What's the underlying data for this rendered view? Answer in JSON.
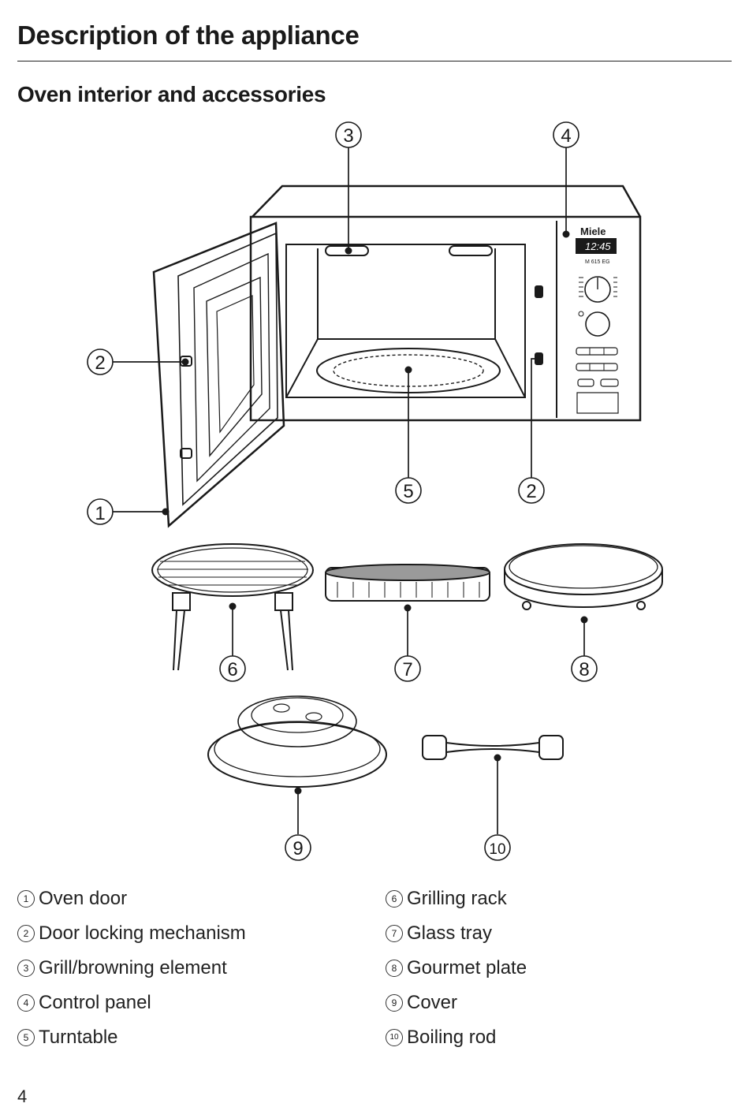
{
  "header": {
    "title": "Description of the appliance",
    "section_title": "Oven interior and accessories"
  },
  "diagram": {
    "brand": "Miele",
    "display_time": "12:45",
    "model": "M 615 EG",
    "callouts": [
      "1",
      "2",
      "3",
      "4",
      "5",
      "2",
      "6",
      "7",
      "8",
      "9",
      "10"
    ]
  },
  "legend": {
    "left": [
      {
        "num": "1",
        "label": "Oven door"
      },
      {
        "num": "2",
        "label": "Door locking mechanism"
      },
      {
        "num": "3",
        "label": "Grill/browning element"
      },
      {
        "num": "4",
        "label": "Control panel"
      },
      {
        "num": "5",
        "label": "Turntable"
      }
    ],
    "right": [
      {
        "num": "6",
        "label": "Grilling rack"
      },
      {
        "num": "7",
        "label": "Glass tray"
      },
      {
        "num": "8",
        "label": "Gourmet plate"
      },
      {
        "num": "9",
        "label": "Cover"
      },
      {
        "num": "10",
        "label": "Boiling rod"
      }
    ]
  },
  "footer": {
    "page_number": "4"
  }
}
